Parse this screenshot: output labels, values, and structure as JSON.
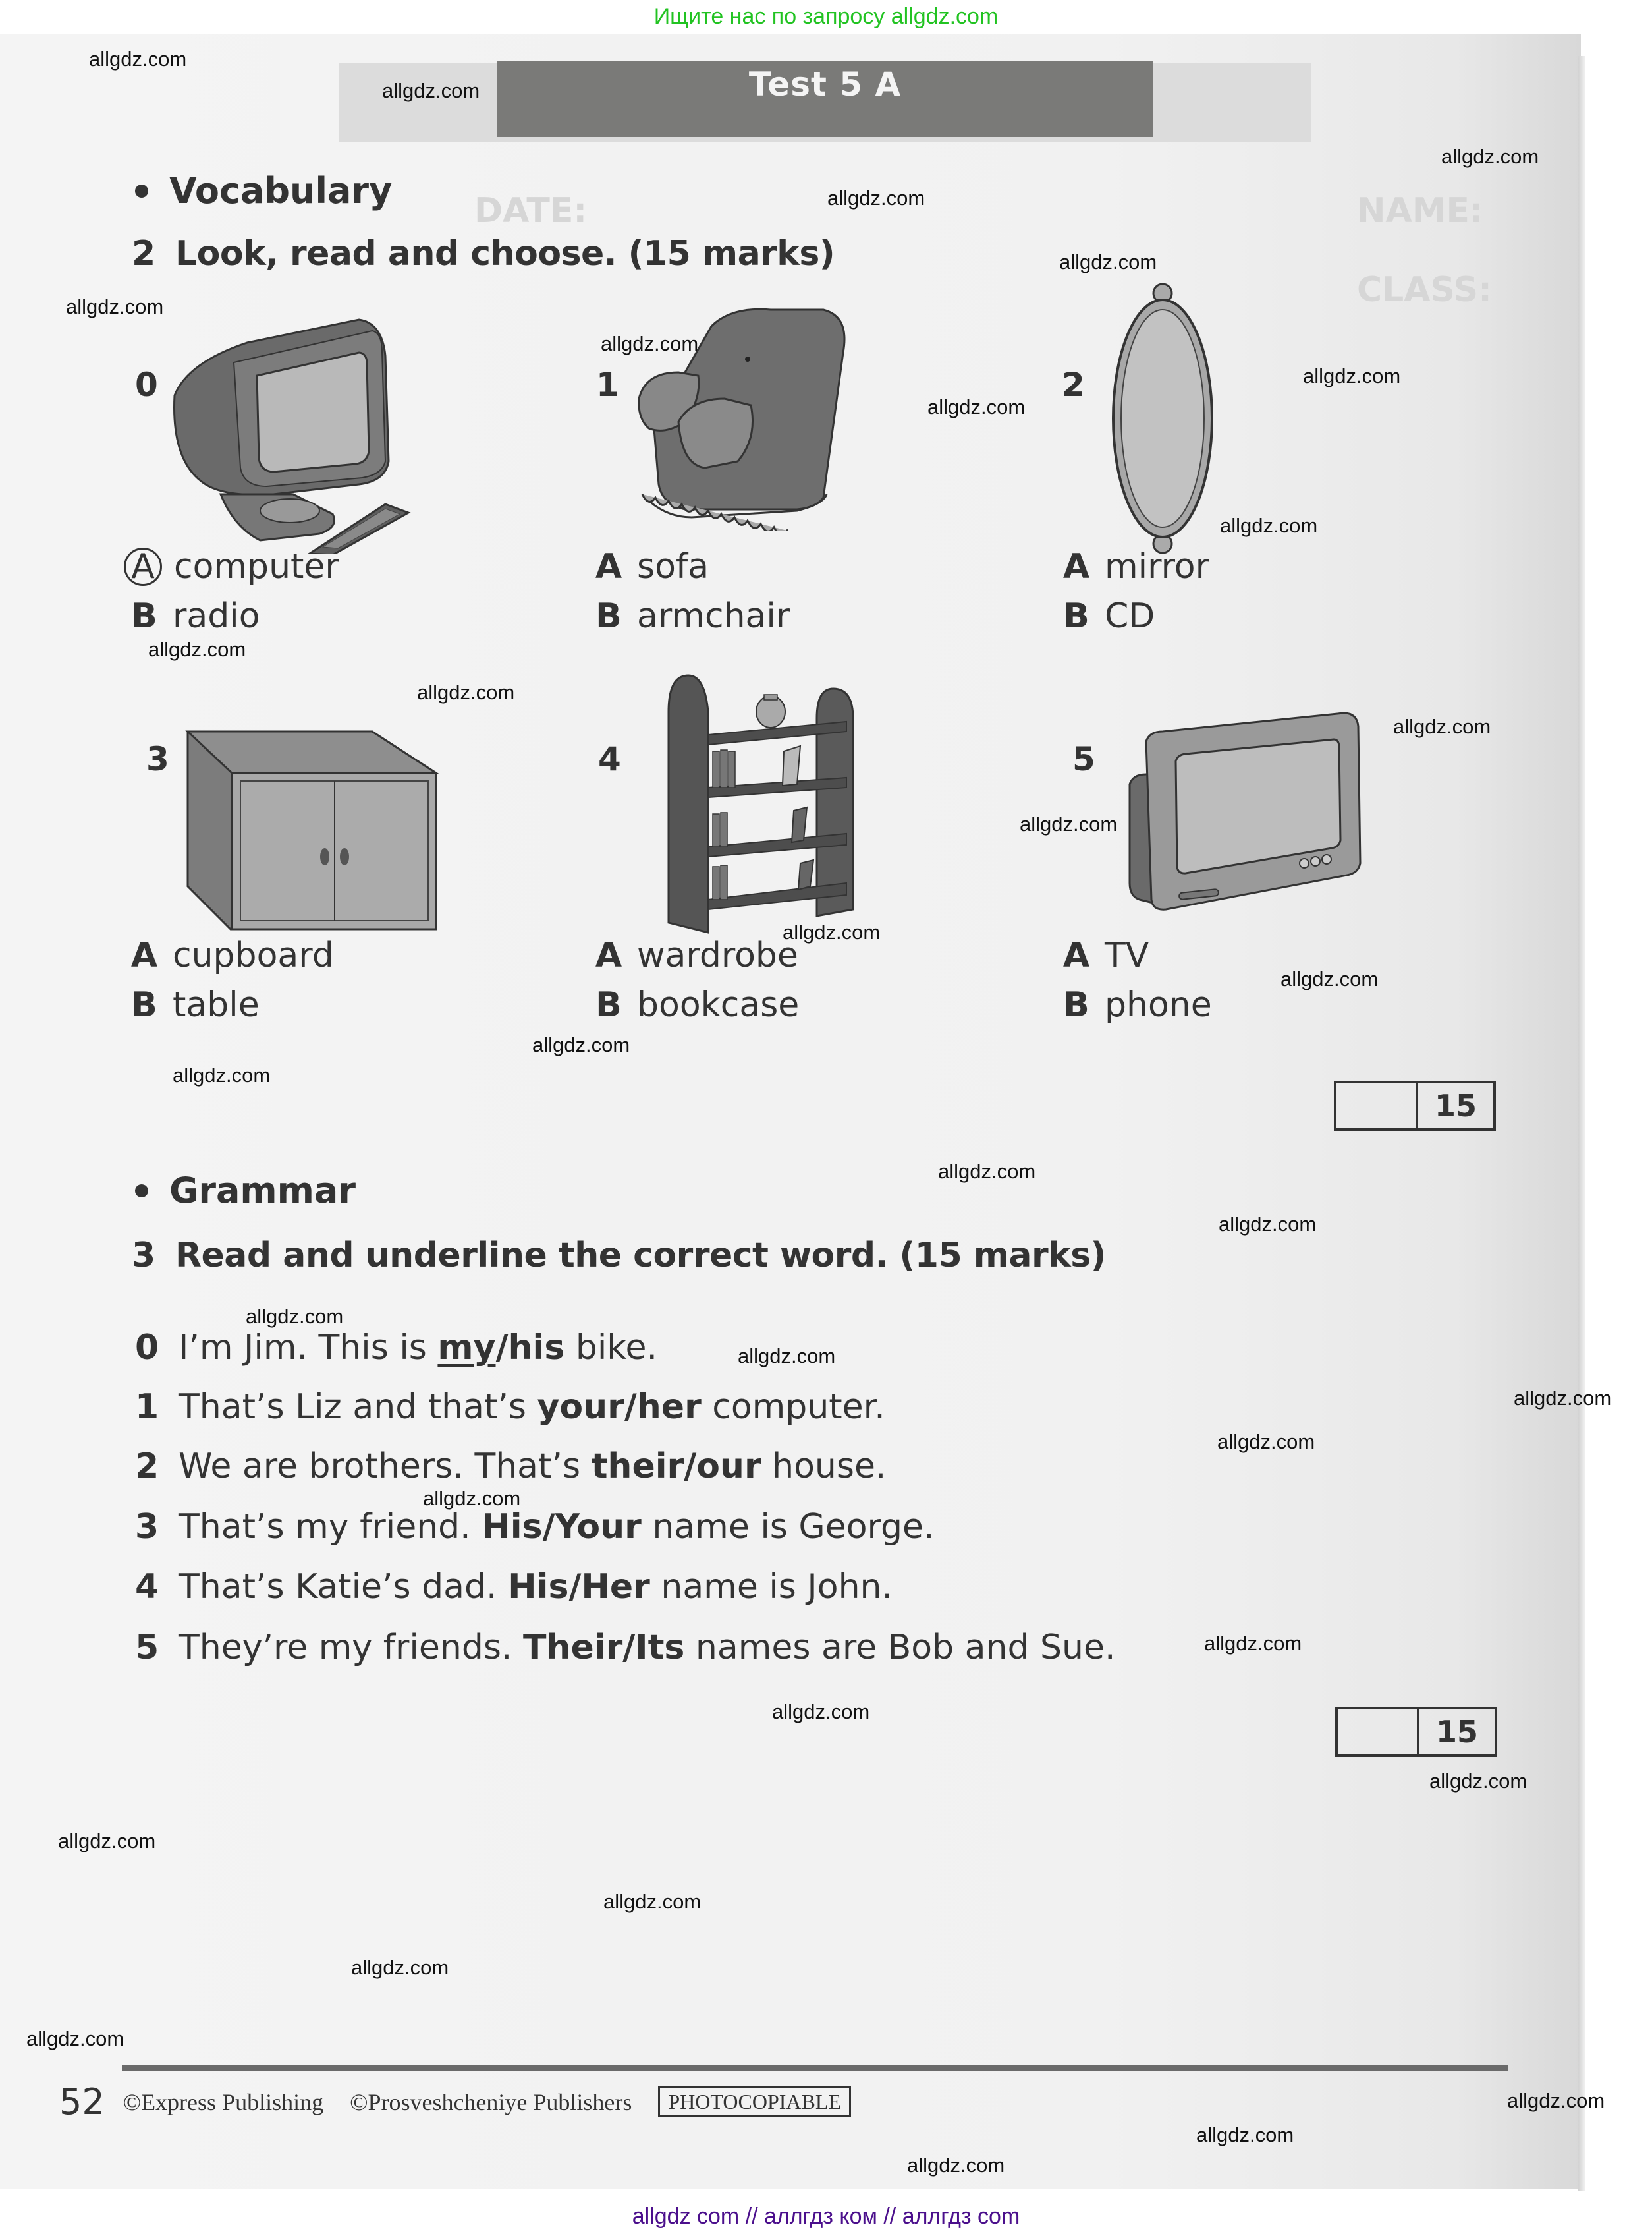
{
  "top_banner": "Ищите нас по запросу allgdz.com",
  "bottom_banner": "allgdz com  //  аллгдз ком  //  аллгдз com",
  "title": "Test 5 A",
  "vocabulary": {
    "section": "Vocabulary",
    "task_number": "2",
    "task_text": "Look, read and choose. (15 marks)",
    "items": [
      {
        "num": "0",
        "picture": "computer-icon",
        "a": "computer",
        "b": "radio",
        "answer": "A"
      },
      {
        "num": "1",
        "picture": "armchair-icon",
        "a": "sofa",
        "b": "armchair"
      },
      {
        "num": "2",
        "picture": "mirror-icon",
        "a": "mirror",
        "b": "CD"
      },
      {
        "num": "3",
        "picture": "cupboard-icon",
        "a": "cupboard",
        "b": "table"
      },
      {
        "num": "4",
        "picture": "bookcase-icon",
        "a": "wardrobe",
        "b": "bookcase"
      },
      {
        "num": "5",
        "picture": "tv-icon",
        "a": "TV",
        "b": "phone"
      }
    ],
    "option_letters": {
      "a": "A",
      "b": "B"
    },
    "score_max": "15"
  },
  "grammar": {
    "section": "Grammar",
    "task_number": "3",
    "task_text": "Read and underline the correct word. (15 marks)",
    "sentences": [
      {
        "num": "0",
        "before": "I’m Jim. This is ",
        "opt1": "my",
        "sep": "/",
        "opt2": "his",
        "after": " bike.",
        "underlined": "my"
      },
      {
        "num": "1",
        "before": "That’s Liz and that’s ",
        "opt1": "your",
        "sep": "/",
        "opt2": "her",
        "after": " computer."
      },
      {
        "num": "2",
        "before": "We are brothers. That’s ",
        "opt1": "their",
        "sep": "/",
        "opt2": "our",
        "after": " house."
      },
      {
        "num": "3",
        "before": "That’s my friend. ",
        "opt1": "His",
        "sep": "/",
        "opt2": "Your",
        "after": " name is George."
      },
      {
        "num": "4",
        "before": "That’s Katie’s dad. ",
        "opt1": "His",
        "sep": "/",
        "opt2": "Her",
        "after": " name is John."
      },
      {
        "num": "5",
        "before": "They’re my friends. ",
        "opt1": "Their",
        "sep": "/",
        "opt2": "Its",
        "after": " names are Bob and Sue."
      }
    ],
    "score_max": "15"
  },
  "footer": {
    "page_number": "52",
    "publisher1": "©Express Publishing",
    "publisher2": "©Prosveshcheniye Publishers",
    "badge": "PHOTOCOPIABLE"
  },
  "watermark": "allgdz.com"
}
